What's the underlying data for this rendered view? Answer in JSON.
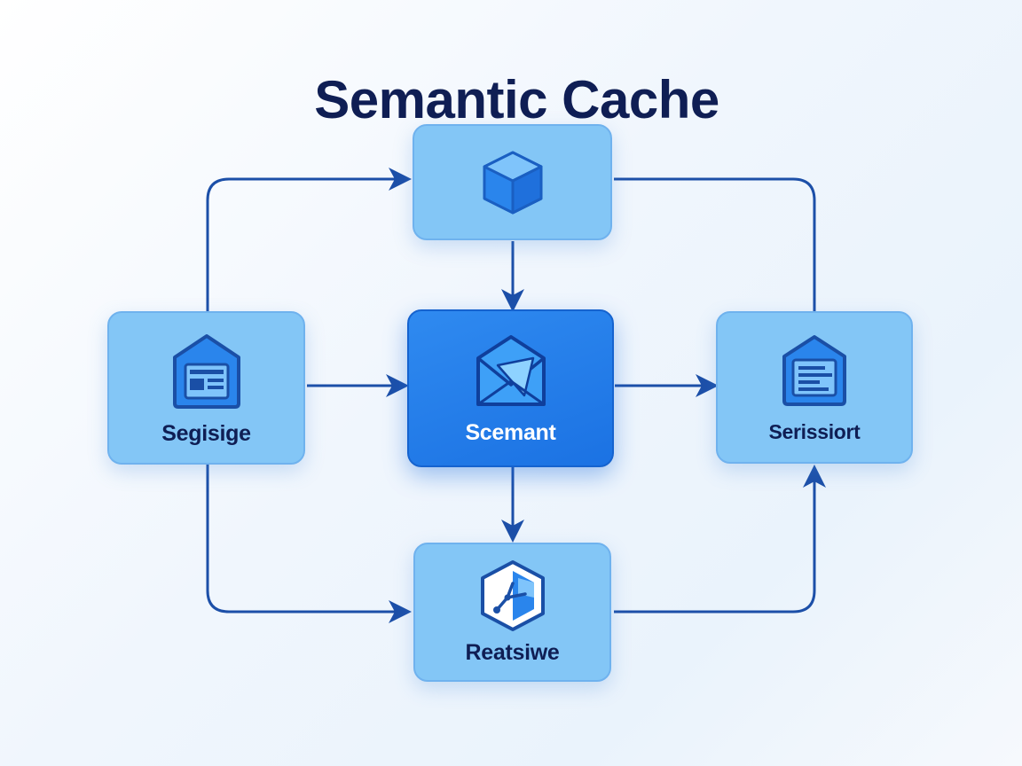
{
  "title": "Semantic Cache",
  "colors": {
    "title": "#0f1e54",
    "label": "#0f1e54",
    "center_label": "#ffffff",
    "arrow": "#1c4fa8",
    "node_fill": "#83c6f6",
    "node_center": "#1f76e6"
  },
  "nodes": {
    "top": {
      "label": "",
      "icon": "cube-icon"
    },
    "left": {
      "label": "Segisige",
      "icon": "document-house-icon"
    },
    "center": {
      "label": "Scemant",
      "icon": "envelope-shard-icon"
    },
    "right": {
      "label": "Serissiort",
      "icon": "lines-house-icon"
    },
    "bottom": {
      "label": "Reatsiwe",
      "icon": "graph-hexagon-icon"
    }
  },
  "connections": [
    {
      "from": "left",
      "to": "top"
    },
    {
      "from": "left",
      "to": "center"
    },
    {
      "from": "left",
      "to": "bottom"
    },
    {
      "from": "top",
      "to": "center"
    },
    {
      "from": "center",
      "to": "bottom"
    },
    {
      "from": "center",
      "to": "right"
    },
    {
      "from": "top",
      "to": "right"
    },
    {
      "from": "bottom",
      "to": "right"
    }
  ]
}
